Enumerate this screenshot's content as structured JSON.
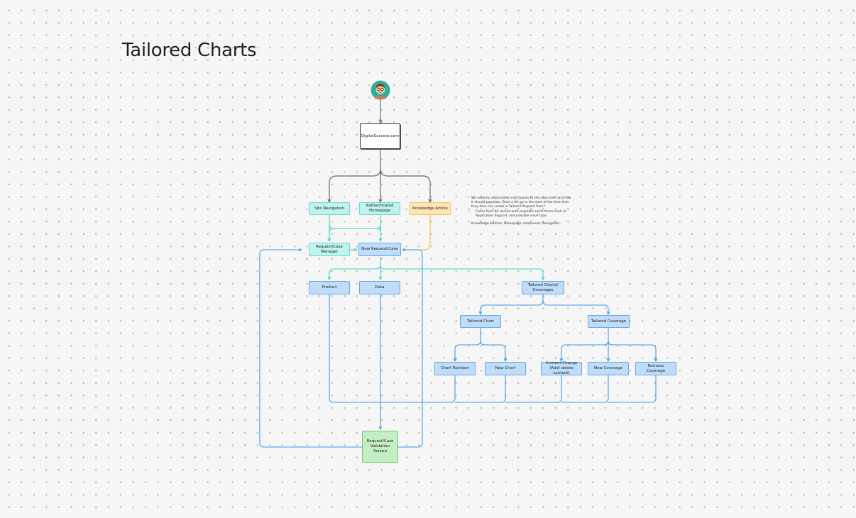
{
  "title": "Tailored Charts",
  "nodes": {
    "digital_success": "DigitalSuccess.com",
    "site_navigation": "Site Navigation",
    "authenticated_homepage": "Authenticated Homepage",
    "knowledge_article": "Knowledge Article",
    "request_case_manager": "Request/Case Manager",
    "new_request_case": "New Request/Case",
    "product": "Product",
    "data": "Data",
    "tailored_charts_coverages": "Tailored Charts/ Coverages",
    "tailored_chart": "Tailored Chart",
    "tailored_coverage": "Tailored Coverage",
    "chart_revision": "Chart Revision",
    "new_chart": "New Chart",
    "content_change": "Content Change (Add/ delete content)",
    "new_coverage": "New Coverage",
    "remove_coverage": "Remove Coverage",
    "validation_screen": "Request/Case Validation Screen"
  },
  "note": {
    "text": "We need to understand entry points to the case form and how it should populate. Does a KA go to the start of the form that they then can create a Tailored Request from?",
    "bullets": [
      "Cases from KA should auto populate some items such as Application Support, and possible issue type."
    ],
    "footer": "Knowledge Articles, Homepage component, Navigation."
  },
  "colors": {
    "entry": "#bff4ee",
    "process": "#bfdcfa",
    "knowledge": "#fde7b3",
    "validation": "#c4efc4",
    "connector_blue": "#3d9be9",
    "connector_cyan": "#3fd2c7",
    "connector_gray": "#6b6b6b",
    "connector_yellow": "#f5c342"
  },
  "icons": {
    "user": "avatar-icon"
  }
}
